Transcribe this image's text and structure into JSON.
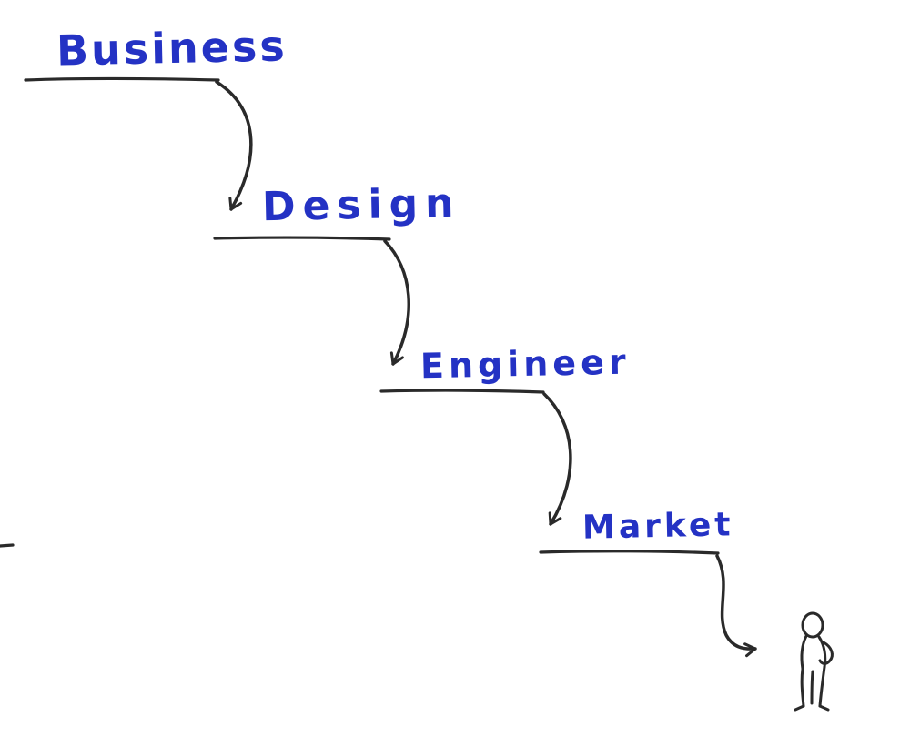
{
  "diagram": {
    "type": "hand-drawn waterfall process sketch",
    "steps": [
      {
        "label": "Business"
      },
      {
        "label": "Design"
      },
      {
        "label": "Engineer"
      },
      {
        "label": "Market"
      }
    ],
    "end_figure": "person-icon",
    "colors": {
      "label_blue": "#2432c4",
      "ink_black": "#2a2a2a",
      "background": "#ffffff"
    }
  }
}
